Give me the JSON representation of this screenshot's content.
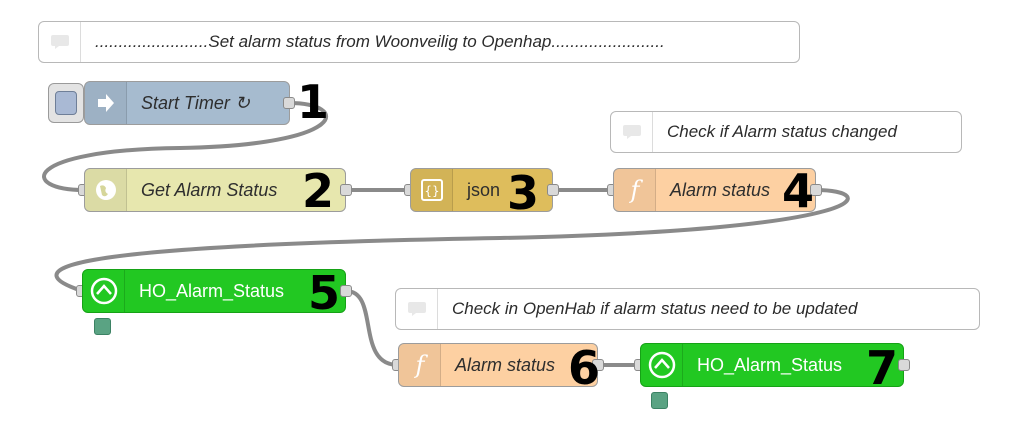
{
  "comments": {
    "main": "........................Set alarm status from Woonveilig to Openhap........................",
    "check_changed": "Check if Alarm status changed",
    "check_openhab": "Check in OpenHab if alarm status need to be updated"
  },
  "nodes": {
    "inject": {
      "label": "Start Timer ↻",
      "color": "#a6bbcf"
    },
    "http": {
      "label": "Get Alarm Status",
      "color": "#e7e7ae"
    },
    "json": {
      "label": "json",
      "color": "#debd5c"
    },
    "function1": {
      "label": "Alarm status",
      "color": "#fdd0a2"
    },
    "openhab1": {
      "label": "HO_Alarm_Status",
      "color": "#22c822"
    },
    "function2": {
      "label": "Alarm status",
      "color": "#fdd0a2"
    },
    "openhab2": {
      "label": "HO_Alarm_Status",
      "color": "#22c822"
    }
  },
  "numbers": [
    "1",
    "2",
    "3",
    "4",
    "5",
    "6",
    "7"
  ]
}
